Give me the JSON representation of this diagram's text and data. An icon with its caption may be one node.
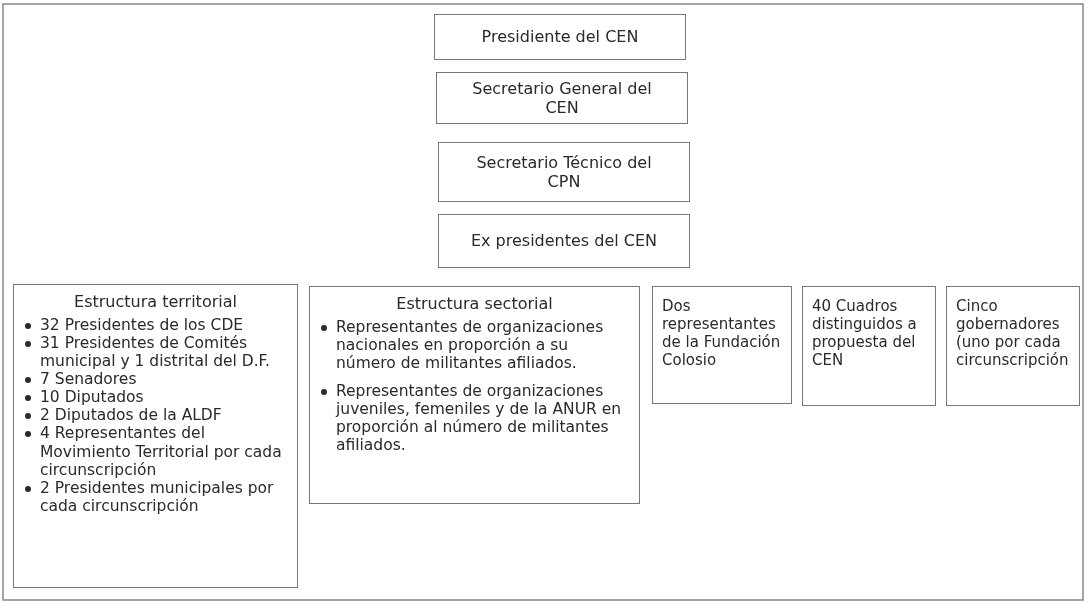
{
  "diagram": {
    "nodes": [
      {
        "text": [
          "Presidiente del CEN"
        ]
      },
      {
        "text": [
          "Secretario General del CEN"
        ]
      },
      {
        "text": [
          "Secretario Técnico del CPN"
        ]
      },
      {
        "text": [
          "Ex presidentes del CEN"
        ]
      },
      {
        "text": [
          "Estructura territorial",
          "32 Presidentes de los CDE",
          "31 Presidentes de Comités municipal y 1 distrital del D.F.",
          "7 Senadores",
          "10 Diputados",
          "2 Diputados de la ALDF",
          "4 Representantes del Movimiento Territorial por cada circunscripción",
          "2 Presidentes municipales por cada circunscripción"
        ]
      },
      {
        "text": [
          "Estructura sectorial",
          "Representantes de organizaciones nacionales en proporción a su número de militantes afiliados.",
          "Representantes de organizaciones juveniles, femeniles y de la ANUR en proporción al número de militantes afiliados."
        ]
      },
      {
        "text": [
          "Dos representantes de la Fundación Colosio"
        ]
      },
      {
        "text": [
          "40 Cuadros distinguidos a propuesta del CEN"
        ]
      },
      {
        "text": [
          "Cinco gobernadores (uno por cada circunscripción"
        ]
      }
    ],
    "edges": []
  }
}
